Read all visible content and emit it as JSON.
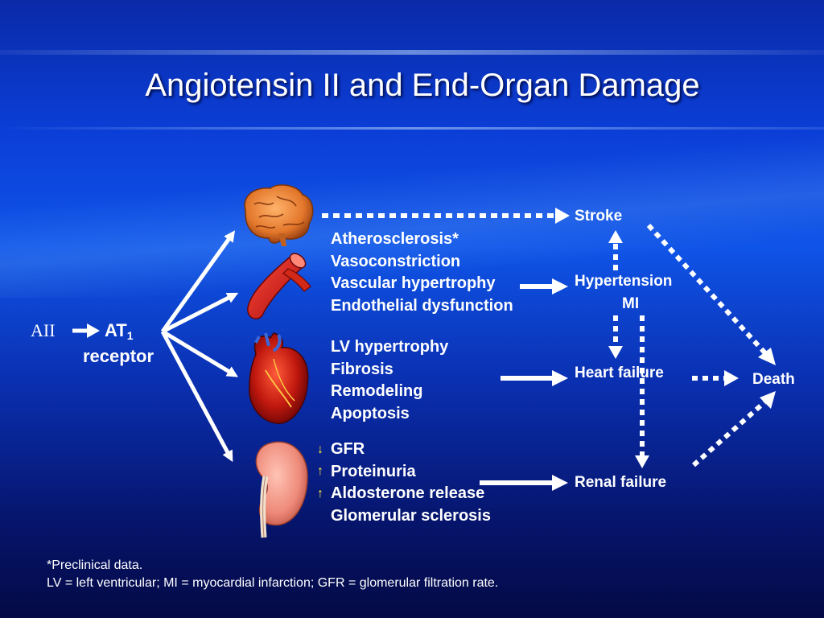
{
  "title": "Angiotensin II and End-Organ Damage",
  "source": {
    "aii": "AII",
    "at": "AT",
    "at_sub": "1",
    "receptor": "receptor"
  },
  "vascular_effects": [
    "Atherosclerosis*",
    "Vasoconstriction",
    "Vascular hypertrophy",
    "Endothelial dysfunction"
  ],
  "cardiac_effects": [
    "LV hypertrophy",
    "Fibrosis",
    "Remodeling",
    "Apoptosis"
  ],
  "renal_effects": [
    {
      "arrow": "↓",
      "text": "GFR"
    },
    {
      "arrow": "↑",
      "text": "Proteinuria"
    },
    {
      "arrow": "↑",
      "text": "Aldosterone release"
    },
    {
      "arrow": "",
      "text": "Glomerular sclerosis"
    }
  ],
  "outcomes": {
    "stroke": "Stroke",
    "hypertension": "Hypertension",
    "mi": "MI",
    "heart_failure": "Heart failure",
    "renal_failure": "Renal failure",
    "death": "Death"
  },
  "footnotes": [
    "*Preclinical data.",
    "LV = left ventricular; MI = myocardial infarction; GFR = glomerular filtration rate."
  ],
  "icons": [
    "brain-icon",
    "artery-icon",
    "heart-icon",
    "kidney-icon"
  ],
  "colors": {
    "accent_arrow": "#ffee33",
    "text": "#ffffff"
  }
}
